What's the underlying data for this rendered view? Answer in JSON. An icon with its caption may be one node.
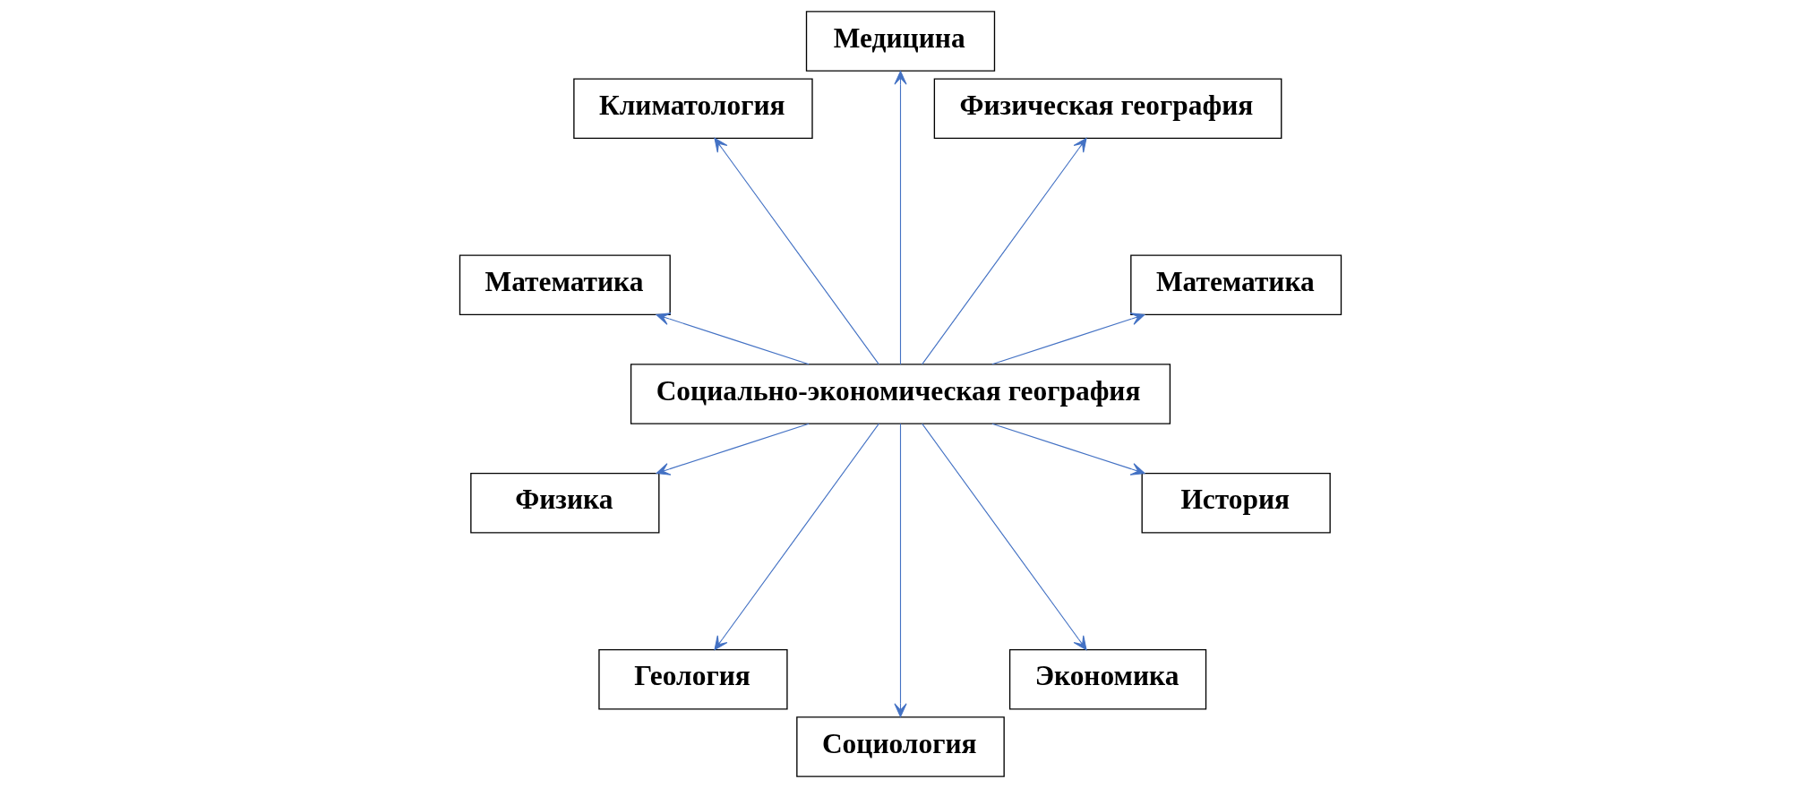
{
  "diagram": {
    "nodes": [
      {
        "text": [
          "Математика"
        ]
      },
      {
        "text": [
          "Физическая география"
        ]
      },
      {
        "text": [
          "Медицина"
        ]
      },
      {
        "text": [
          "Климатология"
        ]
      },
      {
        "text": [
          "Математика"
        ]
      },
      {
        "text": [
          "Социально-экономическая география"
        ]
      },
      {
        "text": [
          "Физика"
        ]
      },
      {
        "text": [
          "Геология"
        ]
      },
      {
        "text": [
          "Социология"
        ]
      },
      {
        "text": [
          "Экономика"
        ]
      },
      {
        "text": [
          "История"
        ]
      }
    ],
    "edges": [
      {
        "from": 5,
        "to": 0,
        "arrow": "to"
      },
      {
        "from": 5,
        "to": 1,
        "arrow": "to"
      },
      {
        "from": 5,
        "to": 2,
        "arrow": "to"
      },
      {
        "from": 5,
        "to": 3,
        "arrow": "to"
      },
      {
        "from": 5,
        "to": 4,
        "arrow": "to"
      },
      {
        "from": 5,
        "to": 6,
        "arrow": "to"
      },
      {
        "from": 5,
        "to": 7,
        "arrow": "to"
      },
      {
        "from": 5,
        "to": 8,
        "arrow": "to"
      },
      {
        "from": 5,
        "to": 9,
        "arrow": "to"
      },
      {
        "from": 5,
        "to": 10,
        "arrow": "to"
      }
    ]
  }
}
